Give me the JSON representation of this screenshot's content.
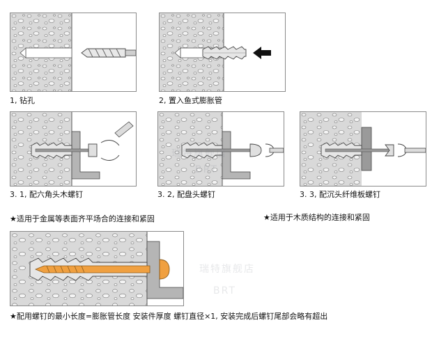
{
  "steps": {
    "s1": {
      "caption": "1, 钻孔"
    },
    "s2": {
      "caption": "2, 置入鱼式膨胀管"
    },
    "s31": {
      "caption": "3. 1, 配六角头木螺钉"
    },
    "s32": {
      "caption": "3. 2, 配盘头螺钉"
    },
    "s33": {
      "caption": "3. 3, 配沉头纤维板螺钉"
    }
  },
  "notes": {
    "metal": "★适用于金属等表面齐平场合的连接和紧固",
    "wood": "★适用于木质结构的连接和紧固",
    "length": "★配用螺钉的最小长度=膨胀管长度 安装件厚度 螺钉直径×1, 安装完成后螺钉尾部会略有超出"
  },
  "watermark": {
    "text": "瑞特旗舰店",
    "brand": "BRT"
  },
  "colors": {
    "concrete": "#d9d9d9",
    "stone": "#f4f4f4",
    "outline": "#444444",
    "bracket": "#b5b5b5",
    "arrow": "#111111",
    "orange": "#f0a040"
  }
}
